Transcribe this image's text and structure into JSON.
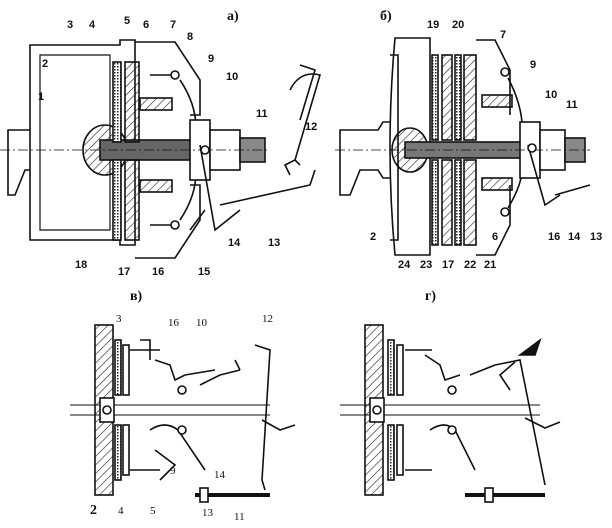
{
  "panels": [
    {
      "id": "a",
      "label": "а)"
    },
    {
      "id": "b",
      "label": "б)"
    },
    {
      "id": "v",
      "label": "в)"
    },
    {
      "id": "g",
      "label": "г)"
    }
  ],
  "labels_a": [
    "1",
    "2",
    "3",
    "4",
    "5",
    "6",
    "7",
    "8",
    "9",
    "10",
    "11",
    "12",
    "13",
    "14",
    "15",
    "16",
    "17",
    "18"
  ],
  "labels_b": [
    "19",
    "20",
    "7",
    "9",
    "10",
    "11",
    "2",
    "24",
    "23",
    "17",
    "22",
    "21",
    "6",
    "16",
    "14",
    "13"
  ],
  "labels_v": [
    "3",
    "16",
    "10",
    "12",
    "2",
    "4",
    "5",
    "9",
    "14",
    "13",
    "11"
  ]
}
